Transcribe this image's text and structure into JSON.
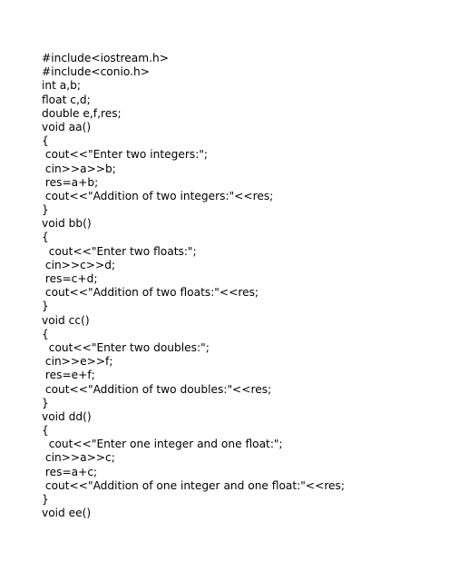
{
  "document": {
    "lines": [
      "#include<iostream.h>",
      "#include<conio.h>",
      "int a,b;",
      "float c,d;",
      "double e,f,res;",
      "void aa()",
      "{",
      " cout<<\"Enter two integers:\";",
      " cin>>a>>b;",
      " res=a+b;",
      " cout<<\"Addition of two integers:\"<<res;",
      "}",
      "void bb()",
      "{",
      "  cout<<\"Enter two floats:\";",
      " cin>>c>>d;",
      " res=c+d;",
      " cout<<\"Addition of two floats:\"<<res;",
      "}",
      "void cc()",
      "{",
      "  cout<<\"Enter two doubles:\";",
      " cin>>e>>f;",
      " res=e+f;",
      " cout<<\"Addition of two doubles:\"<<res;",
      "}",
      "void dd()",
      "{",
      "  cout<<\"Enter one integer and one float:\";",
      " cin>>a>>c;",
      " res=a+c;",
      " cout<<\"Addition of one integer and one float:\"<<res;",
      "}",
      "void ee()"
    ]
  }
}
